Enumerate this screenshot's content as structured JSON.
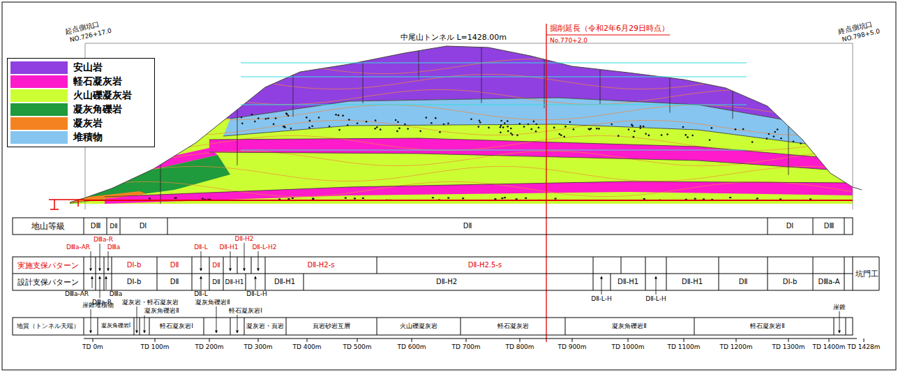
{
  "diagram": {
    "labels": [
      "起点側坑口",
      "NO.726+17.0",
      "中尾山トンネル L=1428.00m",
      "掘削延長（令和2年6月29日時点）",
      "No.770+2.0",
      "終点側坑口",
      "NO.798+5.0",
      "地山等級",
      "DⅢ",
      "DⅡ",
      "DⅠ",
      "DⅡ",
      "DⅠ",
      "DⅢ",
      "実施支保パターン",
      "DⅢa-AR",
      "DⅢa-R",
      "DⅢa",
      "DⅠ-b",
      "DⅡ",
      "DⅡ-L",
      "DⅡ",
      "DⅡ-H1",
      "DⅡ-H2",
      "DⅡ-L-H2",
      "DⅡ-H2-s",
      "DⅡ-H2.5-s",
      "設計支保パターン",
      "DⅢa-AR",
      "DⅢa",
      "DⅢa-R",
      "DⅠ-b",
      "DⅡ",
      "DⅡ-L",
      "DⅡ",
      "DⅡ-H1",
      "DⅡ-L-H",
      "DⅡ-H1",
      "DⅡ-H2",
      "DⅡ-L-H",
      "DⅡ-H1",
      "DⅡ-L-H",
      "DⅡ-H1",
      "DⅡ",
      "DⅠ-b",
      "DⅢa-A",
      "坑門工",
      "地質（トンネル天端）",
      "崖錐堆積物",
      "凝灰角礫岩Ⅰ",
      "凝灰岩・軽石凝灰岩",
      "凝灰角礫岩Ⅱ",
      "軽石凝灰岩Ⅰ",
      "凝灰角礫岩Ⅱ",
      "軽石凝灰岩Ⅰ",
      "凝灰岩・頁岩",
      "頁岩砂岩互層",
      "火山礫凝灰岩",
      "軽石凝灰岩",
      "凝灰角礫岩Ⅱ",
      "軽石凝灰岩Ⅱ",
      "崖錐",
      "TD 0m",
      "TD 100m",
      "TD 200m",
      "TD 300m",
      "TD 400m",
      "TD 500m",
      "TD 600m",
      "TD 700m",
      "TD 800m",
      "TD 900m",
      "TD 1000m",
      "TD 1100m",
      "TD 1200m",
      "TD 1300m",
      "TD 1400m",
      "TD 1428m"
    ],
    "legend": [
      {
        "text": "安山岩",
        "color": "#9040e0"
      },
      {
        "text": "軽石凝灰岩",
        "color": "#ff1acb"
      },
      {
        "text": "火山礫凝灰岩",
        "color": "#ccff33"
      },
      {
        "text": "凝灰角礫岩",
        "color": "#1f9a3c"
      },
      {
        "text": "凝灰岩",
        "color": "#f58220"
      },
      {
        "text": "堆積物",
        "color": "#86c5f0"
      }
    ]
  }
}
